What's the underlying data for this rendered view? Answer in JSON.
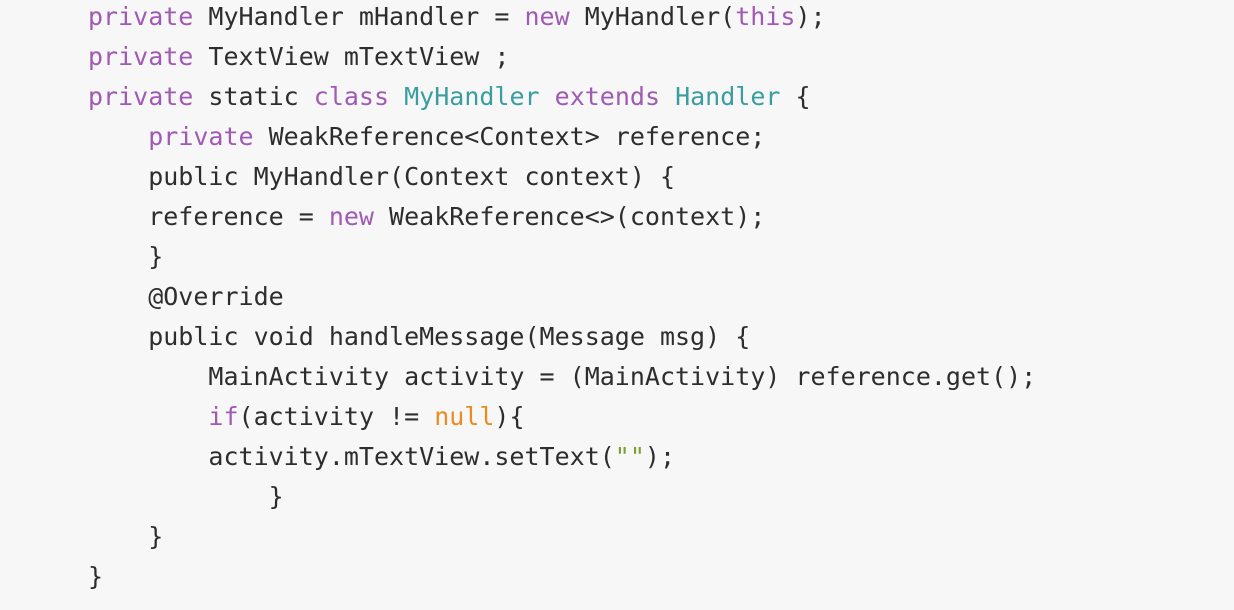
{
  "code": {
    "language": "java",
    "colors": {
      "background": "#f7f7f7",
      "plain": "#2d2d2d",
      "keyword": "#a05ab4",
      "type": "#3a9da0",
      "literal": "#e98c22",
      "string": "#7aa02c"
    },
    "lines": [
      [
        [
          "kw",
          "private"
        ],
        [
          "plain",
          " MyHandler mHandler = "
        ],
        [
          "kw",
          "new"
        ],
        [
          "plain",
          " MyHandler("
        ],
        [
          "kw",
          "this"
        ],
        [
          "plain",
          ");"
        ]
      ],
      [
        [
          "kw",
          "private"
        ],
        [
          "plain",
          " TextView mTextView ;"
        ]
      ],
      [
        [
          "kw",
          "private"
        ],
        [
          "plain",
          " static "
        ],
        [
          "kw",
          "class"
        ],
        [
          "plain",
          " "
        ],
        [
          "type",
          "MyHandler"
        ],
        [
          "plain",
          " "
        ],
        [
          "kw",
          "extends"
        ],
        [
          "plain",
          " "
        ],
        [
          "type",
          "Handler"
        ],
        [
          "plain",
          " {"
        ]
      ],
      [
        [
          "plain",
          "    "
        ],
        [
          "kw",
          "private"
        ],
        [
          "plain",
          " WeakReference<Context> reference;"
        ]
      ],
      [
        [
          "plain",
          "    public MyHandler(Context context) {"
        ]
      ],
      [
        [
          "plain",
          "    reference = "
        ],
        [
          "kw",
          "new"
        ],
        [
          "plain",
          " WeakReference<>(context);"
        ]
      ],
      [
        [
          "plain",
          "    }"
        ]
      ],
      [
        [
          "plain",
          "    @Override"
        ]
      ],
      [
        [
          "plain",
          "    public void handleMessage(Message msg) {"
        ]
      ],
      [
        [
          "plain",
          "        MainActivity activity = (MainActivity) reference.get();"
        ]
      ],
      [
        [
          "plain",
          "        "
        ],
        [
          "kw",
          "if"
        ],
        [
          "plain",
          "(activity != "
        ],
        [
          "lit",
          "null"
        ],
        [
          "plain",
          "){"
        ]
      ],
      [
        [
          "plain",
          "        activity.mTextView.setText("
        ],
        [
          "str",
          "\"\""
        ],
        [
          "plain",
          ");"
        ]
      ],
      [
        [
          "plain",
          "            }"
        ]
      ],
      [
        [
          "plain",
          "    }"
        ]
      ],
      [
        [
          "plain",
          "}"
        ]
      ]
    ]
  }
}
